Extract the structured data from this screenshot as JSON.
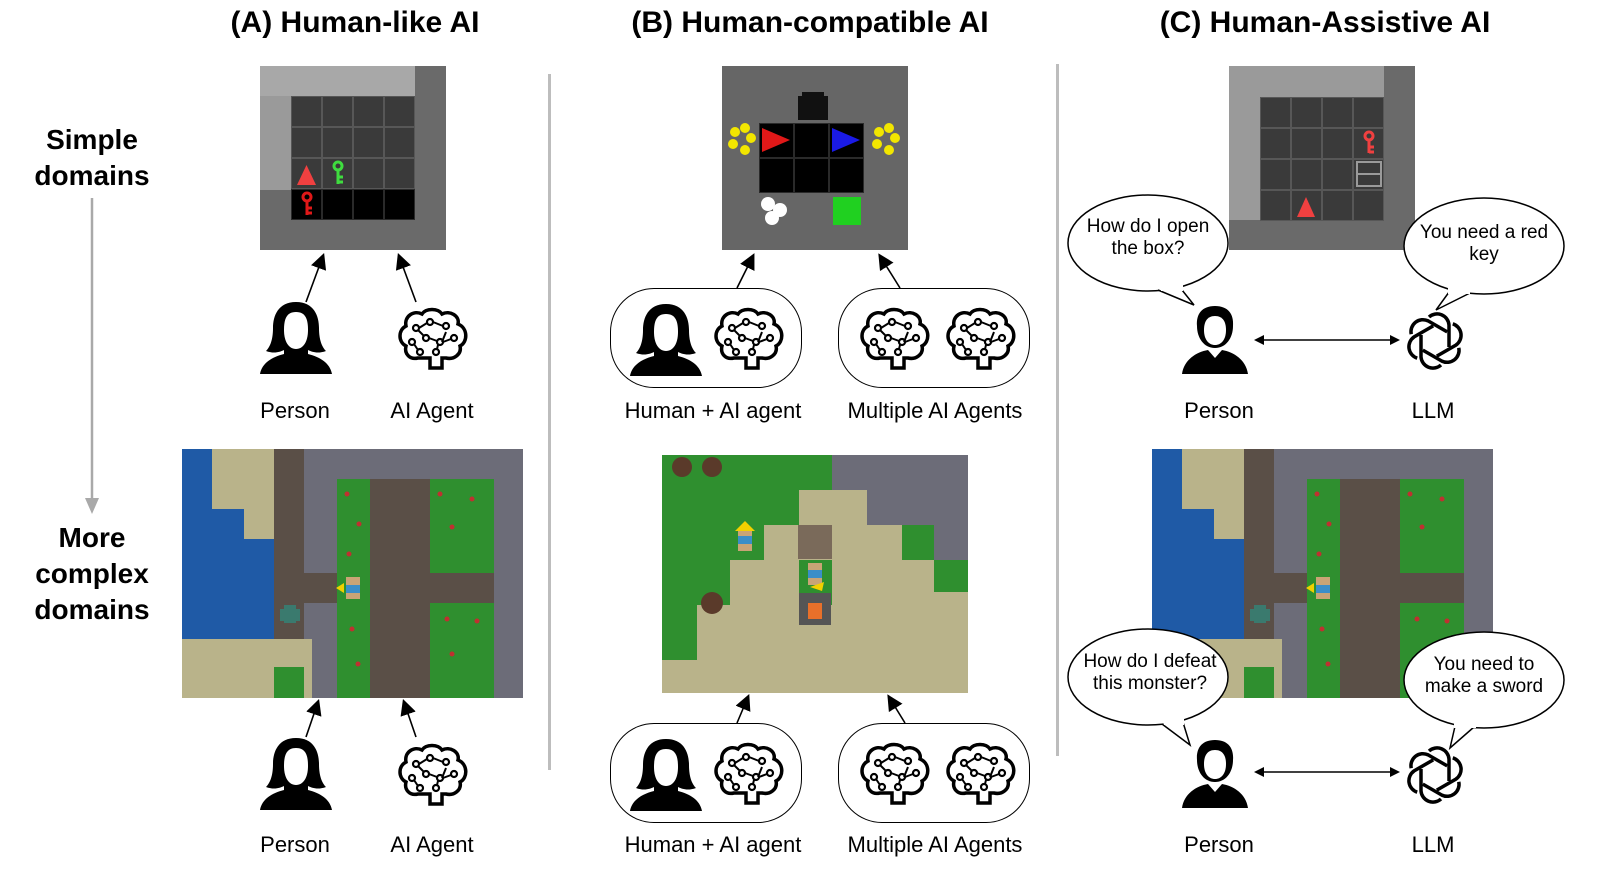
{
  "panels": {
    "a": {
      "title": "(A) Human-like AI",
      "caption_person": "Person",
      "caption_agent": "AI Agent"
    },
    "b": {
      "title": "(B) Human-compatible AI",
      "caption_team": "Human + AI agent",
      "caption_multi": "Multiple AI Agents"
    },
    "c": {
      "title": "(C) Human-Assistive AI",
      "caption_person": "Person",
      "caption_llm": "LLM",
      "simple_question": "How do I open the box?",
      "simple_answer": "You need a red key",
      "complex_question": "How do I defeat this monster?",
      "complex_answer": "You need to make a sword"
    }
  },
  "rows": {
    "simple": "Simple domains",
    "complex": "More complex domains"
  },
  "colors": {
    "red_agent": "#f04040",
    "red_key": "#e01818",
    "green_key": "#3fdc3f",
    "blue_agent": "#1a1ae6",
    "yellow_coin": "#f2e600",
    "goal_green": "#20d020",
    "water": "#1f5aa6",
    "grass": "#2f8f2f",
    "sand": "#b9b38a",
    "stone": "#6c6c78",
    "path": "#5a4f47"
  },
  "icons": [
    "person-silhouette-icon",
    "brain-icon",
    "llm-logo-icon",
    "arrow-icon"
  ]
}
